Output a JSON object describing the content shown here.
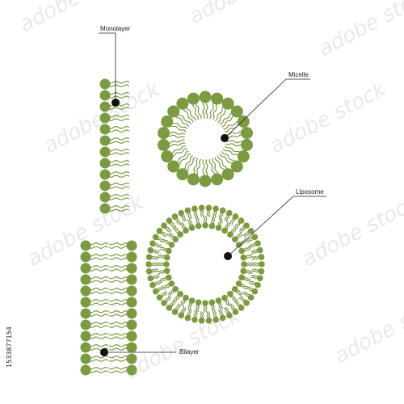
{
  "labels": {
    "monolayer": "Monolayer",
    "micelle": "Micelle",
    "liposome": "Liposome",
    "bilayer": "Bilayer"
  },
  "stock_id": "1533877154",
  "watermark": "adobe stock",
  "colors": {
    "head": "#7b9a41",
    "tail": "#6f8f36",
    "pointer": "#111111",
    "leader": "#222222",
    "background": "#ffffff"
  }
}
